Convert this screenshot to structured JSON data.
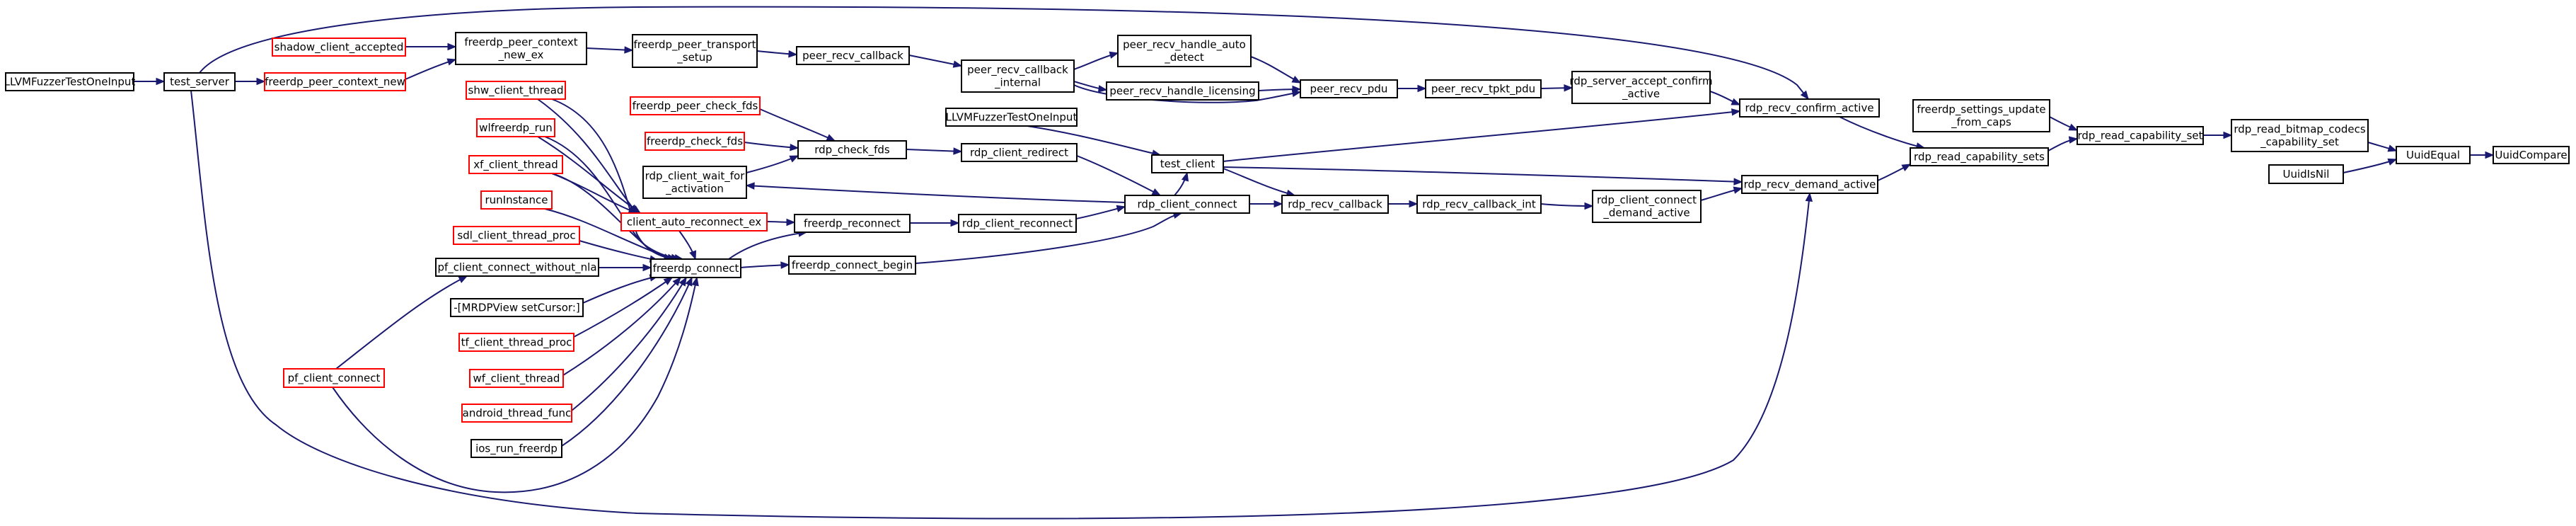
{
  "colors": {
    "edge": "#191970",
    "box_black": "#000000",
    "box_red": "#ff0000",
    "highlight_fill": "#bfbfbf"
  },
  "nodes": {
    "uuid_compare": {
      "lines": [
        "UuidCompare"
      ],
      "style": "highlight"
    },
    "uuid_equal": {
      "lines": [
        "UuidEqual"
      ],
      "style": "black"
    },
    "uuid_is_nil": {
      "lines": [
        "UuidIsNil"
      ],
      "style": "black"
    },
    "rdp_read_bitmap_codecs": {
      "lines": [
        "rdp_read_bitmap_codecs",
        "_capability_set"
      ],
      "style": "black"
    },
    "rdp_read_capability_set": {
      "lines": [
        "rdp_read_capability_set"
      ],
      "style": "black"
    },
    "freerdp_settings_update": {
      "lines": [
        "freerdp_settings_update",
        "_from_caps"
      ],
      "style": "black"
    },
    "rdp_read_capability_sets": {
      "lines": [
        "rdp_read_capability_sets"
      ],
      "style": "black"
    },
    "rdp_recv_confirm_active": {
      "lines": [
        "rdp_recv_confirm_active"
      ],
      "style": "black"
    },
    "rdp_recv_demand_active": {
      "lines": [
        "rdp_recv_demand_active"
      ],
      "style": "black"
    },
    "rdp_server_accept_confirm": {
      "lines": [
        "rdp_server_accept_confirm",
        "_active"
      ],
      "style": "black"
    },
    "rdp_client_connect_demand": {
      "lines": [
        "rdp_client_connect",
        "_demand_active"
      ],
      "style": "black"
    },
    "peer_recv_tpkt_pdu": {
      "lines": [
        "peer_recv_tpkt_pdu"
      ],
      "style": "black"
    },
    "rdp_recv_callback_int": {
      "lines": [
        "rdp_recv_callback_int"
      ],
      "style": "black"
    },
    "peer_recv_pdu": {
      "lines": [
        "peer_recv_pdu"
      ],
      "style": "black"
    },
    "rdp_recv_callback": {
      "lines": [
        "rdp_recv_callback"
      ],
      "style": "black"
    },
    "peer_recv_handle_auto": {
      "lines": [
        "peer_recv_handle_auto",
        "_detect"
      ],
      "style": "black"
    },
    "peer_recv_handle_licensing": {
      "lines": [
        "peer_recv_handle_licensing"
      ],
      "style": "black"
    },
    "peer_recv_callback_internal": {
      "lines": [
        "peer_recv_callback",
        "_internal"
      ],
      "style": "black"
    },
    "peer_recv_callback": {
      "lines": [
        "peer_recv_callback"
      ],
      "style": "black"
    },
    "freerdp_peer_transport": {
      "lines": [
        "freerdp_peer_transport",
        "_setup"
      ],
      "style": "black"
    },
    "freerdp_peer_context_new_ex": {
      "lines": [
        "freerdp_peer_context",
        "_new_ex"
      ],
      "style": "black"
    },
    "shadow_client_accepted": {
      "lines": [
        "shadow_client_accepted"
      ],
      "style": "red"
    },
    "freerdp_peer_context_new": {
      "lines": [
        "freerdp_peer_context_new"
      ],
      "style": "red"
    },
    "test_server": {
      "lines": [
        "test_server"
      ],
      "style": "black"
    },
    "llvm_fuzzer_left": {
      "lines": [
        "LLVMFuzzerTestOneInput"
      ],
      "style": "black"
    },
    "llvm_fuzzer_mid": {
      "lines": [
        "LLVMFuzzerTestOneInput"
      ],
      "style": "black"
    },
    "test_client": {
      "lines": [
        "test_client"
      ],
      "style": "black"
    },
    "rdp_client_connect": {
      "lines": [
        "rdp_client_connect"
      ],
      "style": "black"
    },
    "rdp_client_redirect": {
      "lines": [
        "rdp_client_redirect"
      ],
      "style": "black"
    },
    "rdp_client_reconnect": {
      "lines": [
        "rdp_client_reconnect"
      ],
      "style": "black"
    },
    "freerdp_reconnect": {
      "lines": [
        "freerdp_reconnect"
      ],
      "style": "black"
    },
    "freerdp_connect_begin": {
      "lines": [
        "freerdp_connect_begin"
      ],
      "style": "black"
    },
    "rdp_check_fds": {
      "lines": [
        "rdp_check_fds"
      ],
      "style": "black"
    },
    "freerdp_peer_check_fds": {
      "lines": [
        "freerdp_peer_check_fds"
      ],
      "style": "red"
    },
    "freerdp_check_fds": {
      "lines": [
        "freerdp_check_fds"
      ],
      "style": "red"
    },
    "rdp_client_wait_for_activation": {
      "lines": [
        "rdp_client_wait_for",
        "_activation"
      ],
      "style": "black"
    },
    "client_auto_reconnect_ex": {
      "lines": [
        "client_auto_reconnect_ex"
      ],
      "style": "red"
    },
    "freerdp_connect": {
      "lines": [
        "freerdp_connect"
      ],
      "style": "black"
    },
    "shw_client_thread": {
      "lines": [
        "shw_client_thread"
      ],
      "style": "red"
    },
    "wlfreerdp_run": {
      "lines": [
        "wlfreerdp_run"
      ],
      "style": "red"
    },
    "xf_client_thread": {
      "lines": [
        "xf_client_thread"
      ],
      "style": "red"
    },
    "run_instance": {
      "lines": [
        "runInstance"
      ],
      "style": "red"
    },
    "sdl_client_thread_proc": {
      "lines": [
        "sdl_client_thread_proc"
      ],
      "style": "red"
    },
    "pf_client_connect_without_nla": {
      "lines": [
        "pf_client_connect_without_nla"
      ],
      "style": "black"
    },
    "mrdpview_set_cursor": {
      "lines": [
        "-[MRDPView setCursor:]"
      ],
      "style": "black"
    },
    "tf_client_thread_proc": {
      "lines": [
        "tf_client_thread_proc"
      ],
      "style": "red"
    },
    "wf_client_thread": {
      "lines": [
        "wf_client_thread"
      ],
      "style": "red"
    },
    "android_thread_func": {
      "lines": [
        "android_thread_func"
      ],
      "style": "red"
    },
    "ios_run_freerdp": {
      "lines": [
        "ios_run_freerdp"
      ],
      "style": "black"
    },
    "pf_client_connect": {
      "lines": [
        "pf_client_connect"
      ],
      "style": "red"
    }
  }
}
